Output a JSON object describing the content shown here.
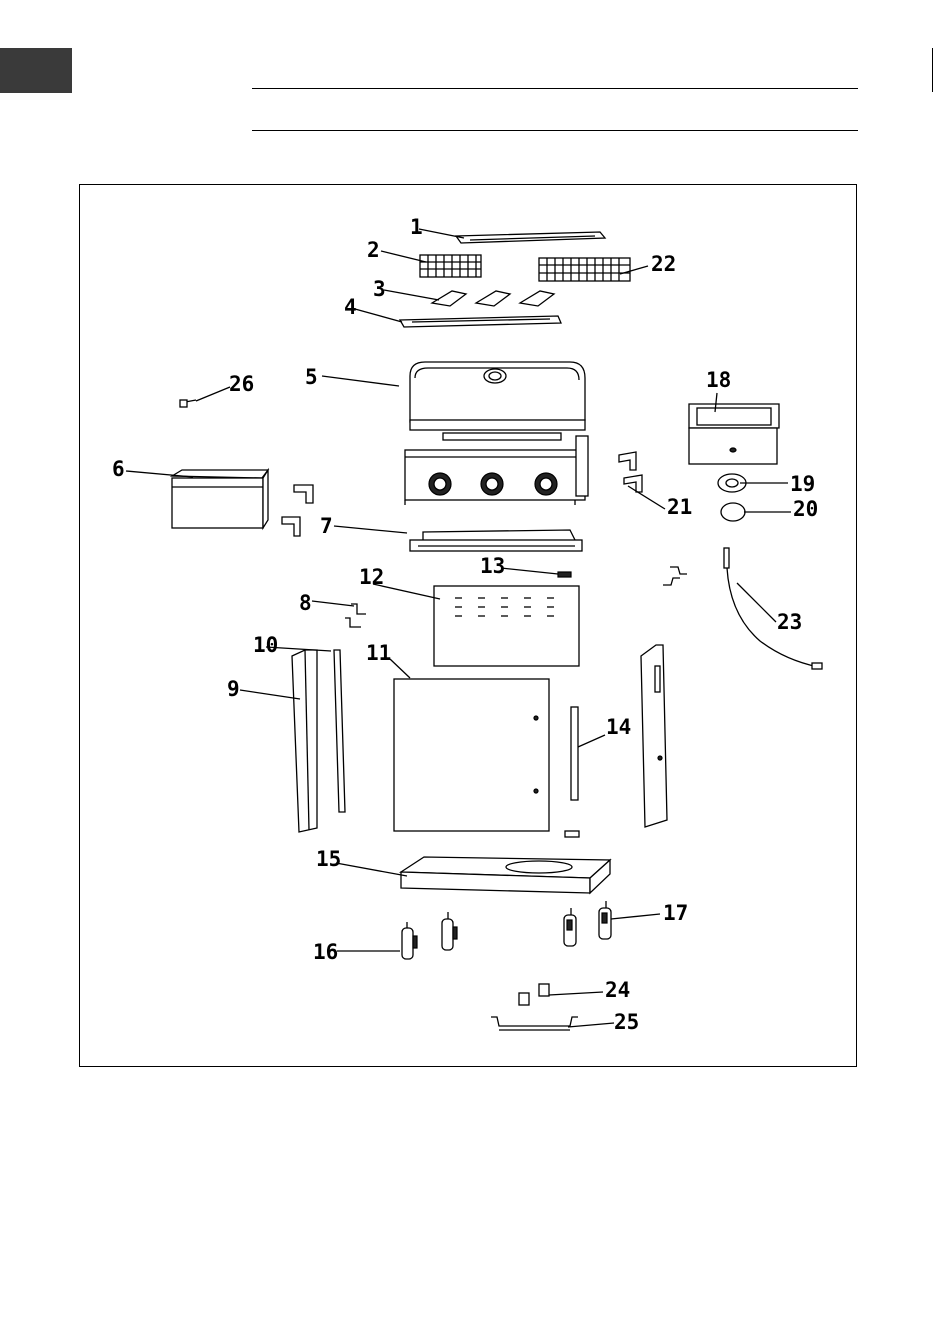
{
  "colors": {
    "tab": "#3a3a3a",
    "line": "#000000",
    "background": "#ffffff"
  },
  "callouts": [
    "1",
    "2",
    "3",
    "4",
    "5",
    "6",
    "7",
    "8",
    "9",
    "10",
    "11",
    "12",
    "13",
    "14",
    "15",
    "16",
    "17",
    "18",
    "19",
    "20",
    "21",
    "22",
    "23",
    "24",
    "25",
    "26"
  ]
}
